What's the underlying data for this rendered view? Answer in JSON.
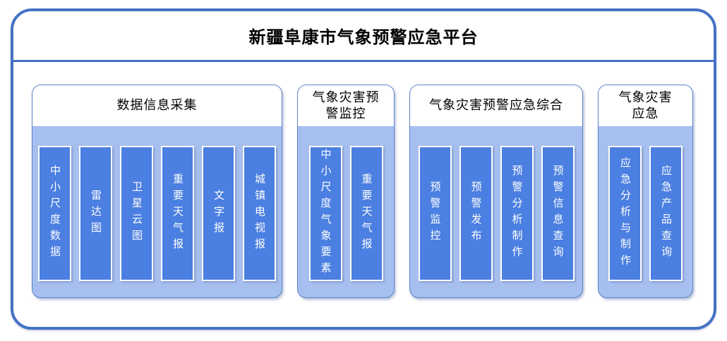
{
  "title": "新疆阜康市气象预警应急平台",
  "colors": {
    "frame_border": "#4472C4",
    "group_border": "#5B82C9",
    "group_body_bg": "#A6BFEF",
    "group_header_bg": "#FFFFFF",
    "bar_fill": "#4B7FE1",
    "bar_border": "#FFFFFF",
    "bar_text": "#FFFFFF",
    "title_text": "#000000"
  },
  "groups": [
    {
      "header": "数据信息采集",
      "items": [
        "中小尺度数据",
        "雷达图",
        "卫星云图",
        "重要天气报",
        "文字报",
        "城镇电视报"
      ]
    },
    {
      "header": "气象灾害预\n警监控",
      "items": [
        "中小尺度气象要素",
        "重要天气报"
      ]
    },
    {
      "header": "气象灾害预警应急综合",
      "items": [
        "预警监控",
        "预警发布",
        "预警分析制作",
        "预警信息查询"
      ]
    },
    {
      "header": "气象灾害\n应急",
      "items": [
        "应急分析与制作",
        "应急产品查询"
      ]
    }
  ]
}
